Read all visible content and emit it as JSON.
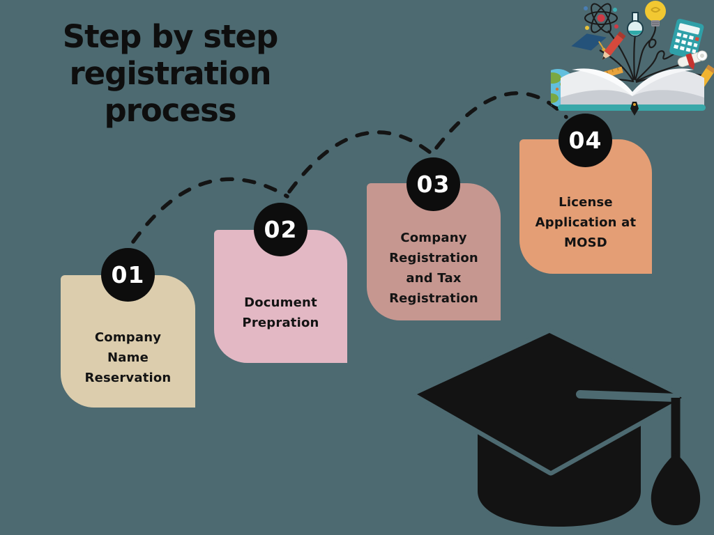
{
  "background_color": "#4d6a71",
  "title": {
    "lines": [
      "Step by step",
      "registration",
      "process"
    ],
    "color": "#0e0e0e"
  },
  "steps": [
    {
      "number": "01",
      "label": "Company Name Reservation",
      "lines": [
        "Company",
        "Name",
        "Reservation"
      ],
      "card_color": "#dccdad"
    },
    {
      "number": "02",
      "label": "Document Prepration",
      "lines": [
        "Document",
        "Prepration"
      ],
      "card_color": "#e3b8c4"
    },
    {
      "number": "03",
      "label": "Company Registration and Tax Registration",
      "lines": [
        "Company",
        "Registration",
        "and Tax",
        "Registration"
      ],
      "card_color": "#c69790"
    },
    {
      "number": "04",
      "label": "License Application at MOSD",
      "lines": [
        "License",
        "Application at",
        "MOSD"
      ],
      "card_color": "#e49e75"
    }
  ],
  "step_circle": {
    "fill": "#0d0d0d",
    "number_color": "#ffffff"
  },
  "connector": {
    "style": "dashed-arc",
    "color": "#141414"
  },
  "illustrations": {
    "book": {
      "name": "open-book-with-knowledge-icons",
      "base_color": "#38a8a9",
      "bulb_color": "#f2c832",
      "globe_color": "#62bfdd"
    },
    "cap": {
      "name": "graduation-cap-silhouette",
      "color": "#131313"
    }
  }
}
